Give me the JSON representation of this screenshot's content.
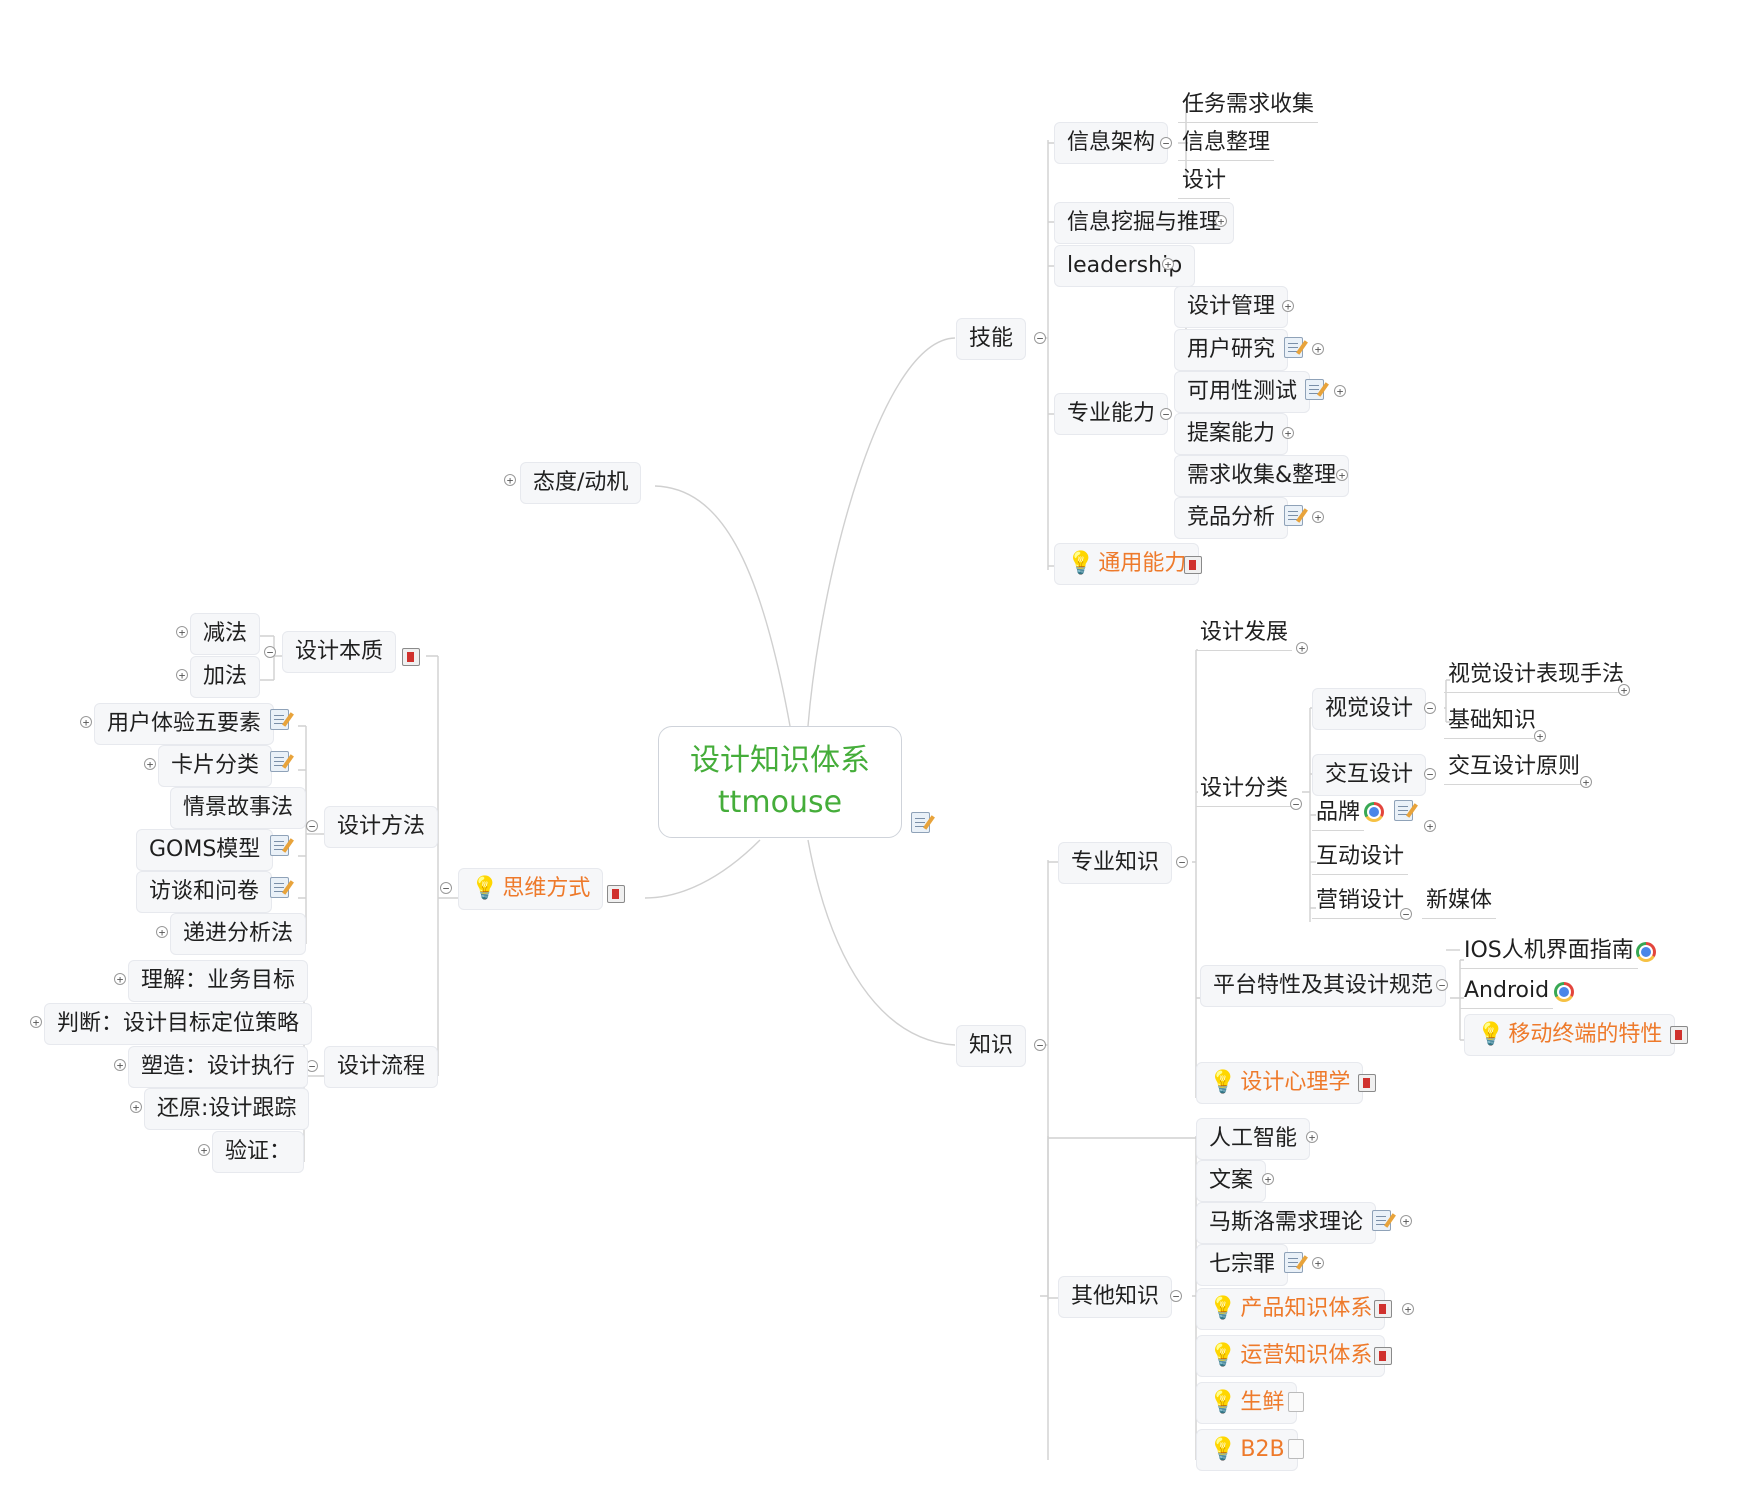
{
  "root": {
    "title": "设计知识体系",
    "subtitle": "ttmouse"
  },
  "branches": {
    "skills": {
      "label": "技能",
      "info_arch": {
        "label": "信息架构",
        "children": [
          "任务需求收集",
          "信息整理",
          "设计"
        ]
      },
      "info_mining": "信息挖掘与推理",
      "leadership": "leadership",
      "professional": {
        "label": "专业能力",
        "children": [
          "设计管理",
          "用户研究",
          "可用性测试",
          "提案能力",
          "需求收集&整理",
          "竞品分析"
        ]
      },
      "general": "通用能力"
    },
    "attitude": "态度/动机",
    "thinking": {
      "label": "思维方式",
      "essence": {
        "label": "设计本质",
        "children": [
          "减法",
          "加法"
        ]
      },
      "methods": {
        "label": "设计方法",
        "children": [
          "用户体验五要素",
          "卡片分类",
          "情景故事法",
          "GOMS模型",
          "访谈和问卷",
          "递进分析法"
        ]
      },
      "process": {
        "label": "设计流程",
        "children": [
          "理解：业务目标",
          "判断：设计目标定位策略",
          "塑造：设计执行",
          "还原:设计跟踪",
          "验证："
        ]
      }
    },
    "knowledge": {
      "label": "知识",
      "professional": {
        "label": "专业知识",
        "design_dev": "设计发展",
        "categories": {
          "label": "设计分类",
          "visual": {
            "label": "视觉设计",
            "children": [
              "视觉设计表现手法",
              "基础知识"
            ]
          },
          "interaction": {
            "label": "交互设计",
            "children": [
              "交互设计原则"
            ]
          },
          "brand": "品牌",
          "motion": "互动设计",
          "marketing": {
            "label": "营销设计",
            "children": [
              "新媒体"
            ]
          }
        },
        "platform": {
          "label": "平台特性及其设计规范",
          "children": [
            "IOS人机界面指南",
            "Android",
            "移动终端的特性"
          ]
        },
        "psychology": "设计心理学"
      },
      "other": {
        "label": "其他知识",
        "children": [
          "人工智能",
          "文案",
          "马斯洛需求理论",
          "七宗罪",
          "产品知识体系",
          "运营知识体系",
          "生鲜",
          "B2B"
        ]
      }
    }
  },
  "colors": {
    "root_text": "#45ad3a",
    "highlight_text": "#ee7a2b",
    "line": "#d0d0d0"
  }
}
